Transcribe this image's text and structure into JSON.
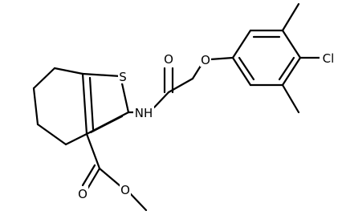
{
  "atoms": {
    "sulfur": "S",
    "amide_nh": "NH",
    "amide_oxygen": "O",
    "ether_oxygen": "O",
    "chlorine": "Cl",
    "ester_carbonyl_oxygen": "O",
    "ester_oxygen": "O"
  }
}
